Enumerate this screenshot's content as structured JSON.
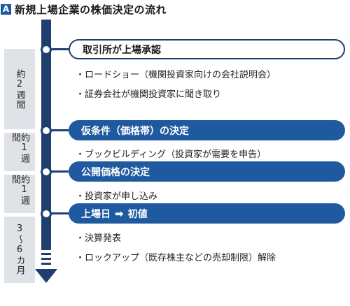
{
  "header": {
    "badge": "A",
    "title": "新規上場企業の株価決定の流れ"
  },
  "periods": [
    {
      "label": "約2週間"
    },
    {
      "label": "約1週間"
    },
    {
      "label": "約1週間"
    },
    {
      "label": "3～6カ月"
    }
  ],
  "stages": [
    {
      "label": "取引所が上場承認",
      "style": "outline"
    },
    {
      "label": "仮条件（価格帯）の決定",
      "style": "filled"
    },
    {
      "label": "公開価格の決定",
      "style": "filled"
    },
    {
      "label": "上場日",
      "arrow": "➡",
      "label_after": "初値",
      "style": "filled"
    }
  ],
  "bullets": [
    "・ロードショー（機関投資家向けの会社説明会）",
    "・証券会社が機関投資家に聞き取り",
    "・ブックビルディング（投資家が需要を申告）",
    "・投資家が申し込み",
    "・決算発表",
    "・ロックアップ（既存株主などの売却制限）解除"
  ]
}
